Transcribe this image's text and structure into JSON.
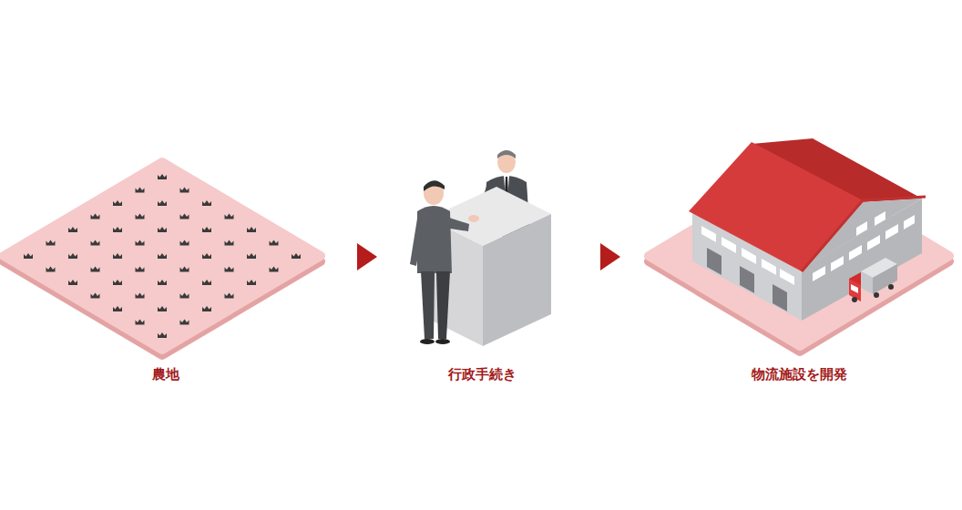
{
  "diagram": {
    "nodes": [
      {
        "text": [
          "農地"
        ]
      },
      {
        "text": [
          "行政手続き"
        ]
      },
      {
        "text": [
          "物流施設を開発"
        ]
      }
    ],
    "edges": [
      {
        "from": 0,
        "to": 1,
        "arrow": "to"
      },
      {
        "from": 1,
        "to": 2,
        "arrow": "to"
      }
    ]
  }
}
